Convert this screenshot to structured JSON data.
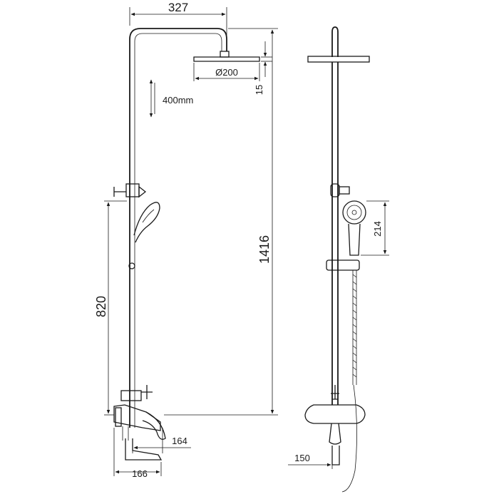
{
  "dimensions": {
    "head_arm_reach": "327",
    "head_diameter": "Ø200",
    "head_thickness": "15",
    "slide_adjust": "400mm",
    "total_height": "1416",
    "handset_height": "820",
    "hand_shower_length": "214",
    "spout_projection": "164",
    "mixer_width": "166",
    "mixer_depth": "150"
  }
}
